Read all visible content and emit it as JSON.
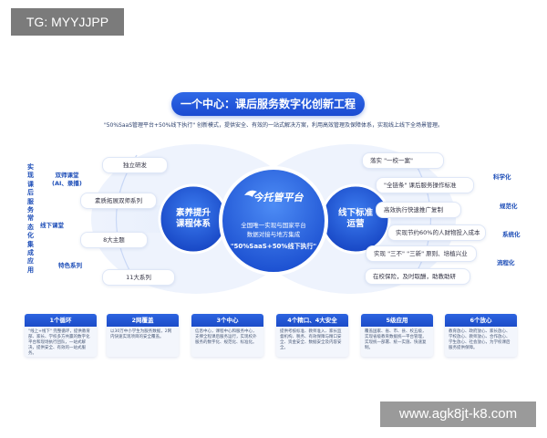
{
  "watermarks": {
    "top_left": "TG: MYYJJPP",
    "bottom_right": "www.agk8jt-k8.com"
  },
  "header": {
    "title": "一个中心：课后服务数字化创新工程",
    "subtitle": "\"50%SaaS管理平台+50%线下执行\" 创新模式，提供安全、有效的一站式解决方案，利用高效管理及保障体系，实现线上线下全场景管理。"
  },
  "left_vertical_label": "实现课后服务常态化集成应用",
  "left_side_labels": {
    "dual_teacher": "双师课堂\n(AI、录播)",
    "offline": "线下课堂",
    "special": "特色系列"
  },
  "left_pills": [
    "独立研发",
    "素质拓展双师系列",
    "8大主题",
    "11大系列"
  ],
  "left_circle": "素养提升\n课程体系",
  "center": {
    "logo": "今托管平台",
    "line1": "全国唯一实现与国家平台",
    "line2": "数据对接与地方集成",
    "line3": "\"50%SaaS+50%线下执行\""
  },
  "right_circle": "线下标准\n运营",
  "right_pills": [
    "落实 \"一校一案\"",
    "\"全链条\" 课后服务操作标准",
    "高效执行快速推广复制",
    "实现节约60%的人财物投入成本",
    "实现 \"三不\" \"三新\" 原则、培植兴业",
    "在校保险，及时取酬，助教助研"
  ],
  "right_labels": [
    "科学化",
    "规范化",
    "系统化",
    "流程化"
  ],
  "cards": [
    {
      "head": "1个循环",
      "body": "\"线上+线下\" 完整循环，提供教育部、家长、学校多方共赢的数字化平台和现场执行团队，一站式解决，提供安全、有效的一站式服务。"
    },
    {
      "head": "2网覆盖",
      "body": "以30万中小学生为服务数据，2网内快速实现项目的安全覆盖。"
    },
    {
      "head": "3个中心",
      "body": "信息中心，课程中心和服务中心，支撑全程课后服务运行，实现校外服务的数字化、规范化、标准化。"
    },
    {
      "head": "4个精口、4大安全",
      "body": "提供考核标准、教师准入、家长监督机构、税务、有效保障与精口安全、资金安全、数据安全及内容安全。"
    },
    {
      "head": "5级应用",
      "body": "覆盖国家、省、市、县、校五级，实现省级教育数据统一平台管理，实现统一部署、统一实施、快速复制。"
    },
    {
      "head": "6个放心",
      "body": "教育放心、政府放心、家长放心、学校放心、教师放心、合作放心、学生放心、社会放心，为学校课后服务提供保障。"
    }
  ]
}
